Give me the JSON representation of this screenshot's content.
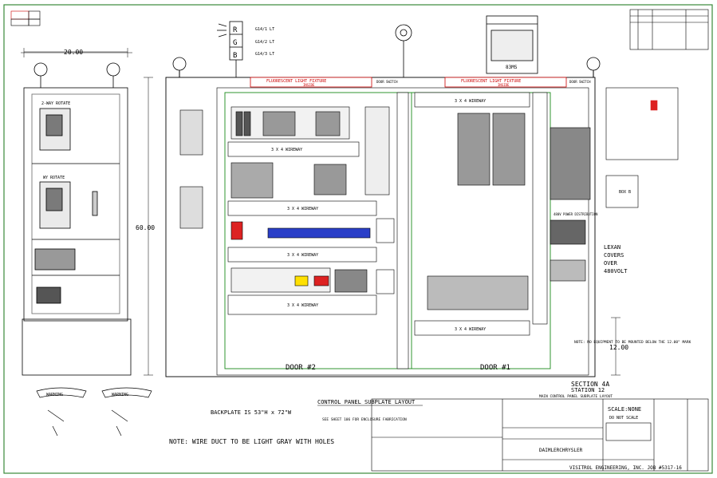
{
  "legend": {
    "rgb": [
      "R",
      "G",
      "B"
    ],
    "lights": [
      "G14/1 LT",
      "G14/2 LT",
      "G14/3 LT"
    ]
  },
  "fixture": {
    "label": "FLUORESCENT LIGHT FIXTURE",
    "sub": "INSIDE",
    "door_switch": "DOOR SWITCH"
  },
  "hvac_label": "83MS",
  "dims": {
    "width": "20.00",
    "height": "60.00",
    "low": "12.00"
  },
  "cabinet_labels": {
    "rotate_top": "2-WAY ROTATE",
    "rotate_mid": "WY ROTATE"
  },
  "wireway": "3 X 4 WIREWAY",
  "panel_labels": {
    "ac_disconnect": "480V POWER DISTRIBUTION",
    "box_b": "BOX B"
  },
  "lexan_note": [
    "LEXAN",
    "COVERS",
    "OVER",
    "480VOLT"
  ],
  "door_labels": [
    "DOOR #2",
    "DOOR #1"
  ],
  "note_below": "NOTE: NO EQUIPMENT TO BE MOUNTED BELOW THE 12.00\" MARK",
  "section": {
    "line1": "SECTION 4A",
    "line2": "STATION 12",
    "line3": "MAIN CONTROL PANEL SUBPLATE LAYOUT"
  },
  "subplate_title": "CONTROL PANEL SUBPLATE LAYOUT",
  "backplate": "BACKPLATE IS 53\"H x 72\"W",
  "see_sheet": "SEE SHEET 106 FOR ENCLOSURE FABRICATION",
  "note_main": "NOTE: WIRE DUCT TO BE LIGHT GRAY WITH HOLES",
  "warning": "WARNING",
  "scale": "SCALE:NONE",
  "do_not_scale": "DO NOT SCALE",
  "company": "DAIMLERCHRYSLER",
  "footer": "VISITROL ENGINEERING, INC. JOB #5317-16"
}
